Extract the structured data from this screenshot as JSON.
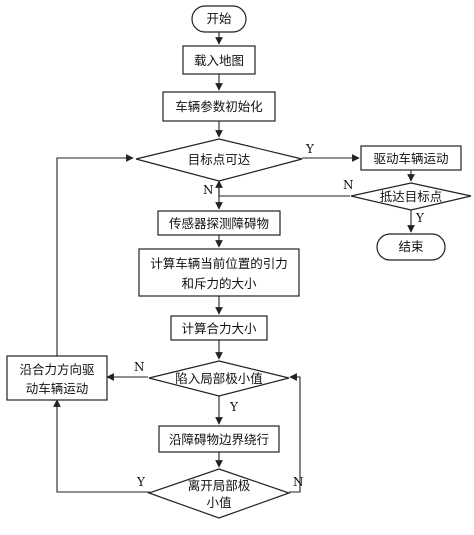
{
  "flowchart": {
    "nodes": {
      "start": "开始",
      "load_map": "载入地图",
      "init_params": "车辆参数初始化",
      "target_reachable": "目标点可达",
      "drive_vehicle": "驱动车辆运动",
      "reach_target": "抵达目标点",
      "end": "结束",
      "sensor_detect": "传感器探测障碍物",
      "calc_forces_line1": "计算车辆当前位置的引力",
      "calc_forces_line2": "和斥力的大小",
      "calc_resultant": "计算合力大小",
      "local_min": "陷入局部极小值",
      "along_obstacle": "沿障碍物边界绕行",
      "leave_min_line1": "离开局部极",
      "leave_min_line2": "小值",
      "drive_resultant_line1": "沿合力方向驱",
      "drive_resultant_line2": "动车辆运动"
    },
    "edge_labels": {
      "target_yes": "Y",
      "target_no": "N",
      "reach_no": "N",
      "reach_yes": "Y",
      "local_no": "N",
      "local_yes": "Y",
      "leave_yes": "Y",
      "leave_no": "N"
    }
  }
}
